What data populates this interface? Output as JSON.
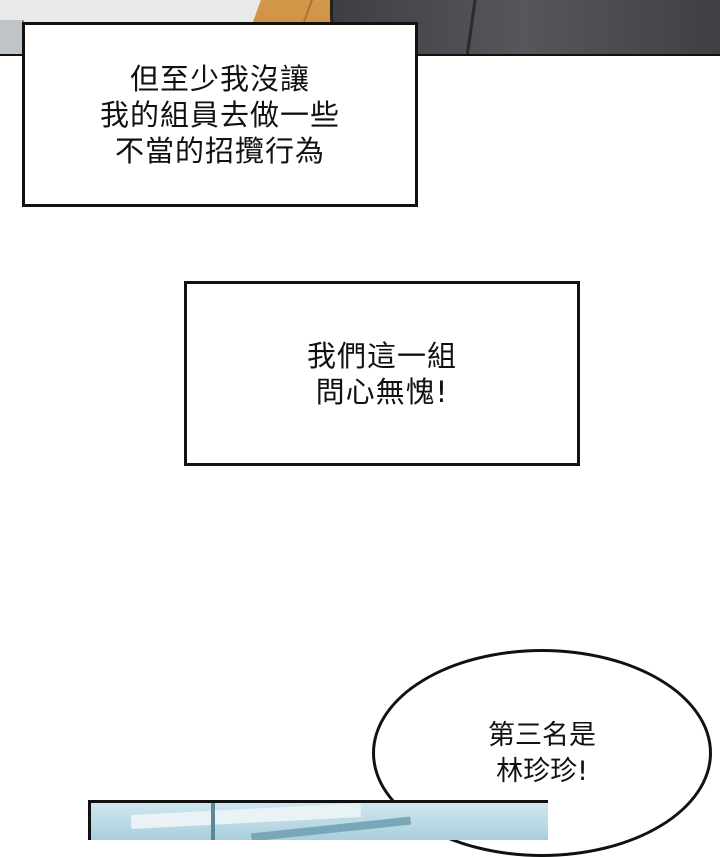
{
  "captions": [
    {
      "lines": [
        "但至少我沒讓",
        "我的組員去做一些",
        "不當的招攬行為"
      ]
    },
    {
      "lines": [
        "我們這一組",
        "問心無愧!"
      ]
    }
  ],
  "speech_bubble": {
    "lines": [
      "第三名是",
      "林珍珍!"
    ]
  }
}
